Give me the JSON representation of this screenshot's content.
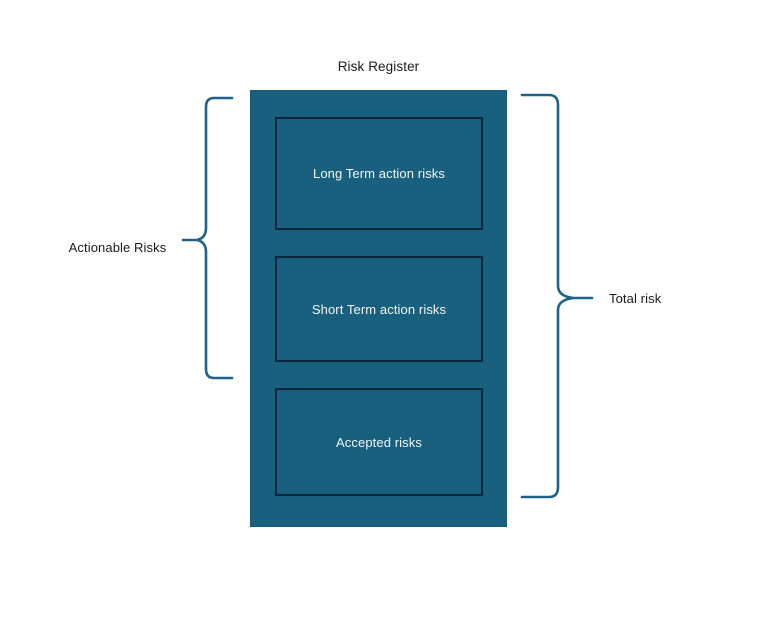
{
  "diagram": {
    "title": "Risk Register",
    "type": "bracket-grouping-diagram",
    "colors": {
      "panel_fill": "#19607F",
      "box_border": "#0D2639",
      "brace_stroke": "#1F6287",
      "box_text": "#F2F5F7",
      "label_text": "#1B1B1B",
      "background": "#FFFFFF"
    },
    "panel": {
      "label": "Risk Register",
      "boxes": [
        {
          "label": "Long Term action risks"
        },
        {
          "label": "Short Term action risks"
        },
        {
          "label": "Accepted risks"
        }
      ]
    },
    "braces": [
      {
        "name": "left-brace",
        "label": "Actionable Risks",
        "side": "left",
        "covers": [
          "Long Term action risks",
          "Short Term action risks"
        ]
      },
      {
        "name": "right-brace",
        "label": "Total risk",
        "side": "right",
        "covers": [
          "Long Term action risks",
          "Short Term action risks",
          "Accepted risks"
        ]
      }
    ]
  }
}
